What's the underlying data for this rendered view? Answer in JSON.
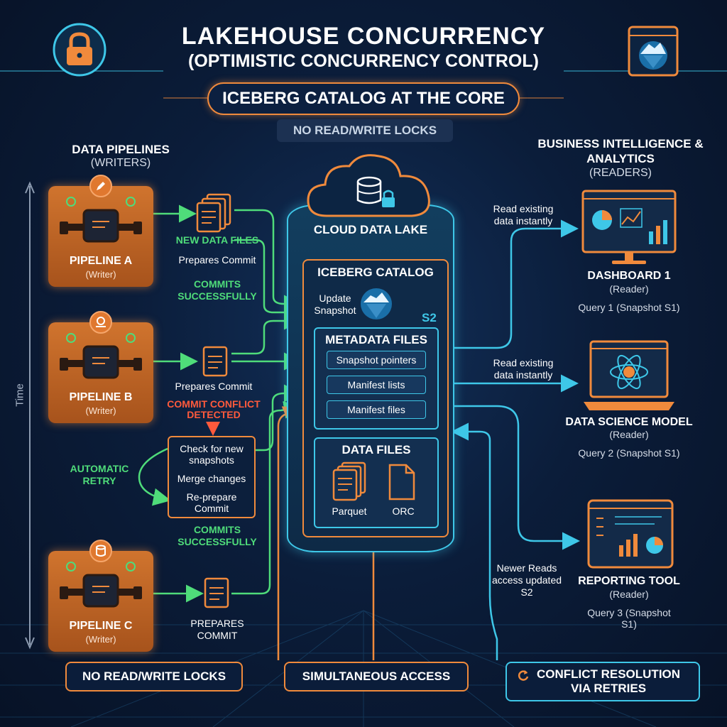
{
  "header": {
    "title": "LAKEHOUSE CONCURRENCY",
    "subtitle": "(OPTIMISTIC CONCURRENCY CONTROL)",
    "core_banner": "ICEBERG CATALOG AT THE CORE",
    "no_locks_tag": "NO READ/WRITE LOCKS"
  },
  "writers": {
    "heading": "DATA PIPELINES",
    "sub": "(WRITERS)",
    "time_label": "Time",
    "pipelines": [
      {
        "name": "PIPELINE A",
        "role": "(Writer)"
      },
      {
        "name": "PIPELINE B",
        "role": "(Writer)"
      },
      {
        "name": "PIPELINE C",
        "role": "(Writer)"
      }
    ]
  },
  "flow": {
    "new_data_files": "NEW DATA FILES",
    "prepares_commit_a": "Prepares Commit",
    "commits_successfully_a": "COMMITS SUCCESSFULLY",
    "prepares_commit_b": "Prepares Commit",
    "conflict": "COMMIT CONFLICT DETECTED",
    "automatic_retry": "AUTOMATIC RETRY",
    "retry_steps": [
      "Check for new snapshots",
      "Merge changes",
      "Re-prepare Commit"
    ],
    "commits_successfully_b": "COMMITS SUCCESSFULLY",
    "prepares_commit_c": "PREPARES COMMIT"
  },
  "lake": {
    "cloud_label": "CLOUD DATA LAKE",
    "catalog_title": "ICEBERG CATALOG",
    "update_snapshot": "Update Snapshot",
    "snapshot_tag": "S2",
    "metadata_title": "METADATA FILES",
    "metadata_items": [
      "Snapshot pointers",
      "Manifest lists",
      "Manifest files"
    ],
    "data_title": "DATA FILES",
    "data_formats": [
      "Parquet",
      "ORC"
    ]
  },
  "readers": {
    "heading": "BUSINESS INTELLIGENCE & ANALYTICS",
    "sub": "(READERS)",
    "read_existing_1": "Read existing data instantly",
    "read_existing_2": "Read existing data instantly",
    "newer_reads": "Newer Reads access updated S2",
    "items": [
      {
        "name": "DASHBOARD 1",
        "role": "(Reader)",
        "query": "Query 1 (Snapshot S1)"
      },
      {
        "name": "DATA SCIENCE MODEL",
        "role": "(Reader)",
        "query": "Query 2 (Snapshot S1)"
      },
      {
        "name": "REPORTING TOOL",
        "role": "(Reader)",
        "query": "Query 3 (Snapshot S1)"
      }
    ]
  },
  "footer": {
    "no_locks": "NO READ/WRITE LOCKS",
    "simultaneous": "SIMULTANEOUS ACCESS",
    "conflict_resolution": "CONFLICT RESOLUTION VIA RETRIES"
  },
  "colors": {
    "orange": "#f08a3c",
    "cyan": "#3ec7e8",
    "green": "#4fdc7a",
    "red": "#ff5a3c"
  }
}
